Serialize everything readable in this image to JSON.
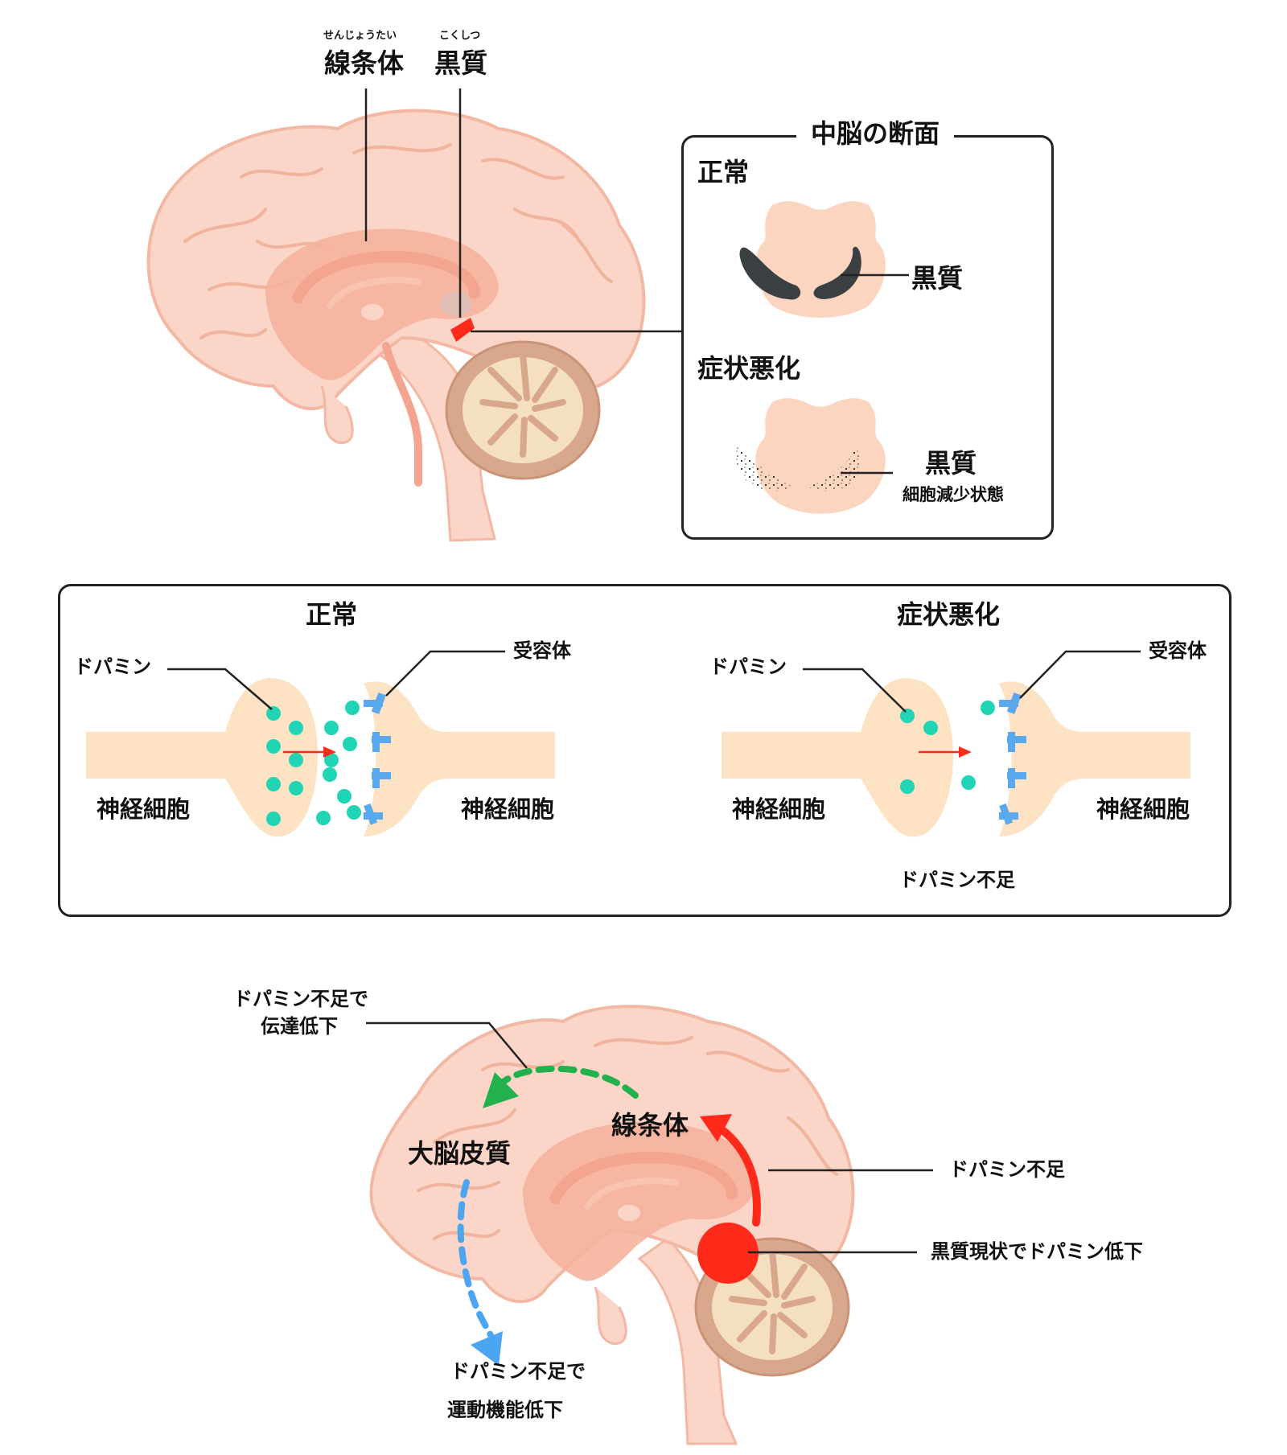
{
  "top": {
    "striatum": {
      "ruby": "せんじょうたい",
      "label": "線条体"
    },
    "substantia_nigra": {
      "ruby": "こくしつ",
      "label": "黒質"
    }
  },
  "midbrain_panel": {
    "title": "中脳の断面",
    "normal": {
      "heading": "正常",
      "label": "黒質"
    },
    "worsened": {
      "heading": "症状悪化",
      "label": "黒質",
      "sublabel": "細胞減少状態"
    }
  },
  "synapse_panel": {
    "normal": {
      "heading": "正常",
      "dopamine_label": "ドパミン",
      "receptor_label": "受容体",
      "left_neuron": "神経細胞",
      "right_neuron": "神経細胞"
    },
    "worsened": {
      "heading": "症状悪化",
      "dopamine_label": "ドパミン",
      "receptor_label": "受容体",
      "left_neuron": "神経細胞",
      "right_neuron": "神経細胞",
      "shortage_label": "ドパミン不足"
    }
  },
  "pathway": {
    "cortex_label": "大脳皮質",
    "striatum_label": "線条体",
    "transmission_line1": "ドパミン不足で",
    "transmission_line2": "伝達低下",
    "motor_line1": "ドパミン不足で",
    "motor_line2": "運動機能低下",
    "shortage_label": "ドパミン不足",
    "nigra_label": "黒質現状でドパミン低下"
  },
  "colors": {
    "brain": "#fbd6c8",
    "brain_stroke": "#f2b8a4",
    "inner": "#f4a58f",
    "cerebellum": "#d9a88c",
    "neuron": "#fde3c4",
    "dopamine": "#20d4b4",
    "receptor": "#5aa8ee",
    "red": "#ff2a1a",
    "green": "#22b14c",
    "blue": "#4ca5f0",
    "nigra_dark": "#3a3f42"
  }
}
